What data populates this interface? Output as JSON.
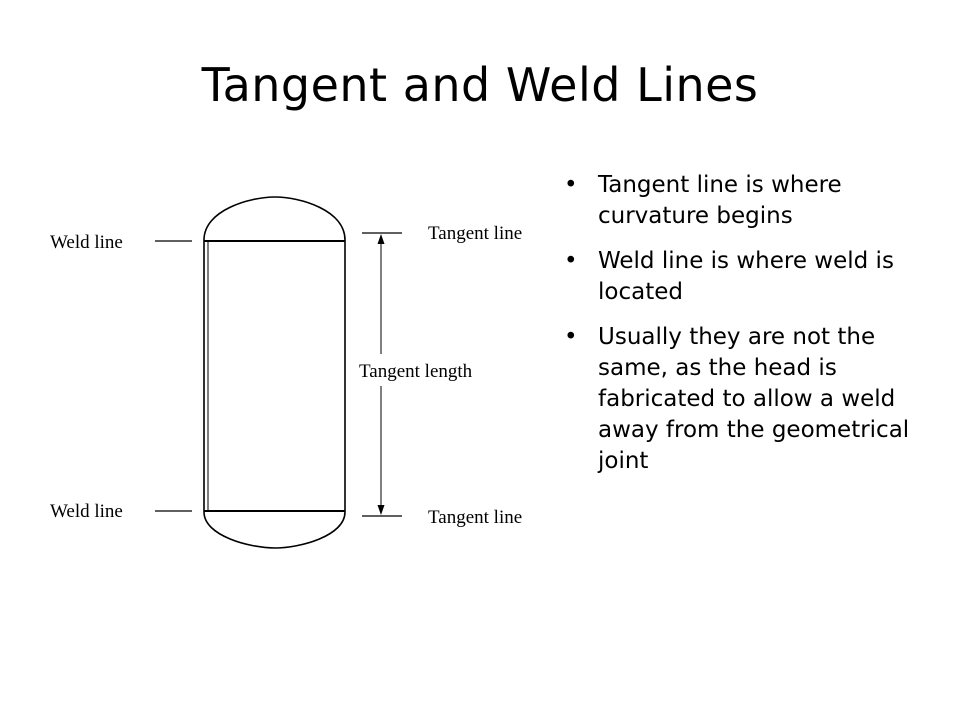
{
  "slide": {
    "title": "Tangent and Weld Lines"
  },
  "diagram": {
    "weld_line_top": "Weld line",
    "weld_line_bottom": "Weld line",
    "tangent_line_top": "Tangent line",
    "tangent_line_bottom": "Tangent line",
    "tangent_length": "Tangent length"
  },
  "bullets": [
    {
      "marker": "•",
      "text": "Tangent line is where curvature begins"
    },
    {
      "marker": "•",
      "text": "Weld line is where weld is located"
    },
    {
      "marker": "•",
      "text": "Usually they are not the same, as the head is fabricated to allow a weld away from the geometrical joint"
    }
  ]
}
